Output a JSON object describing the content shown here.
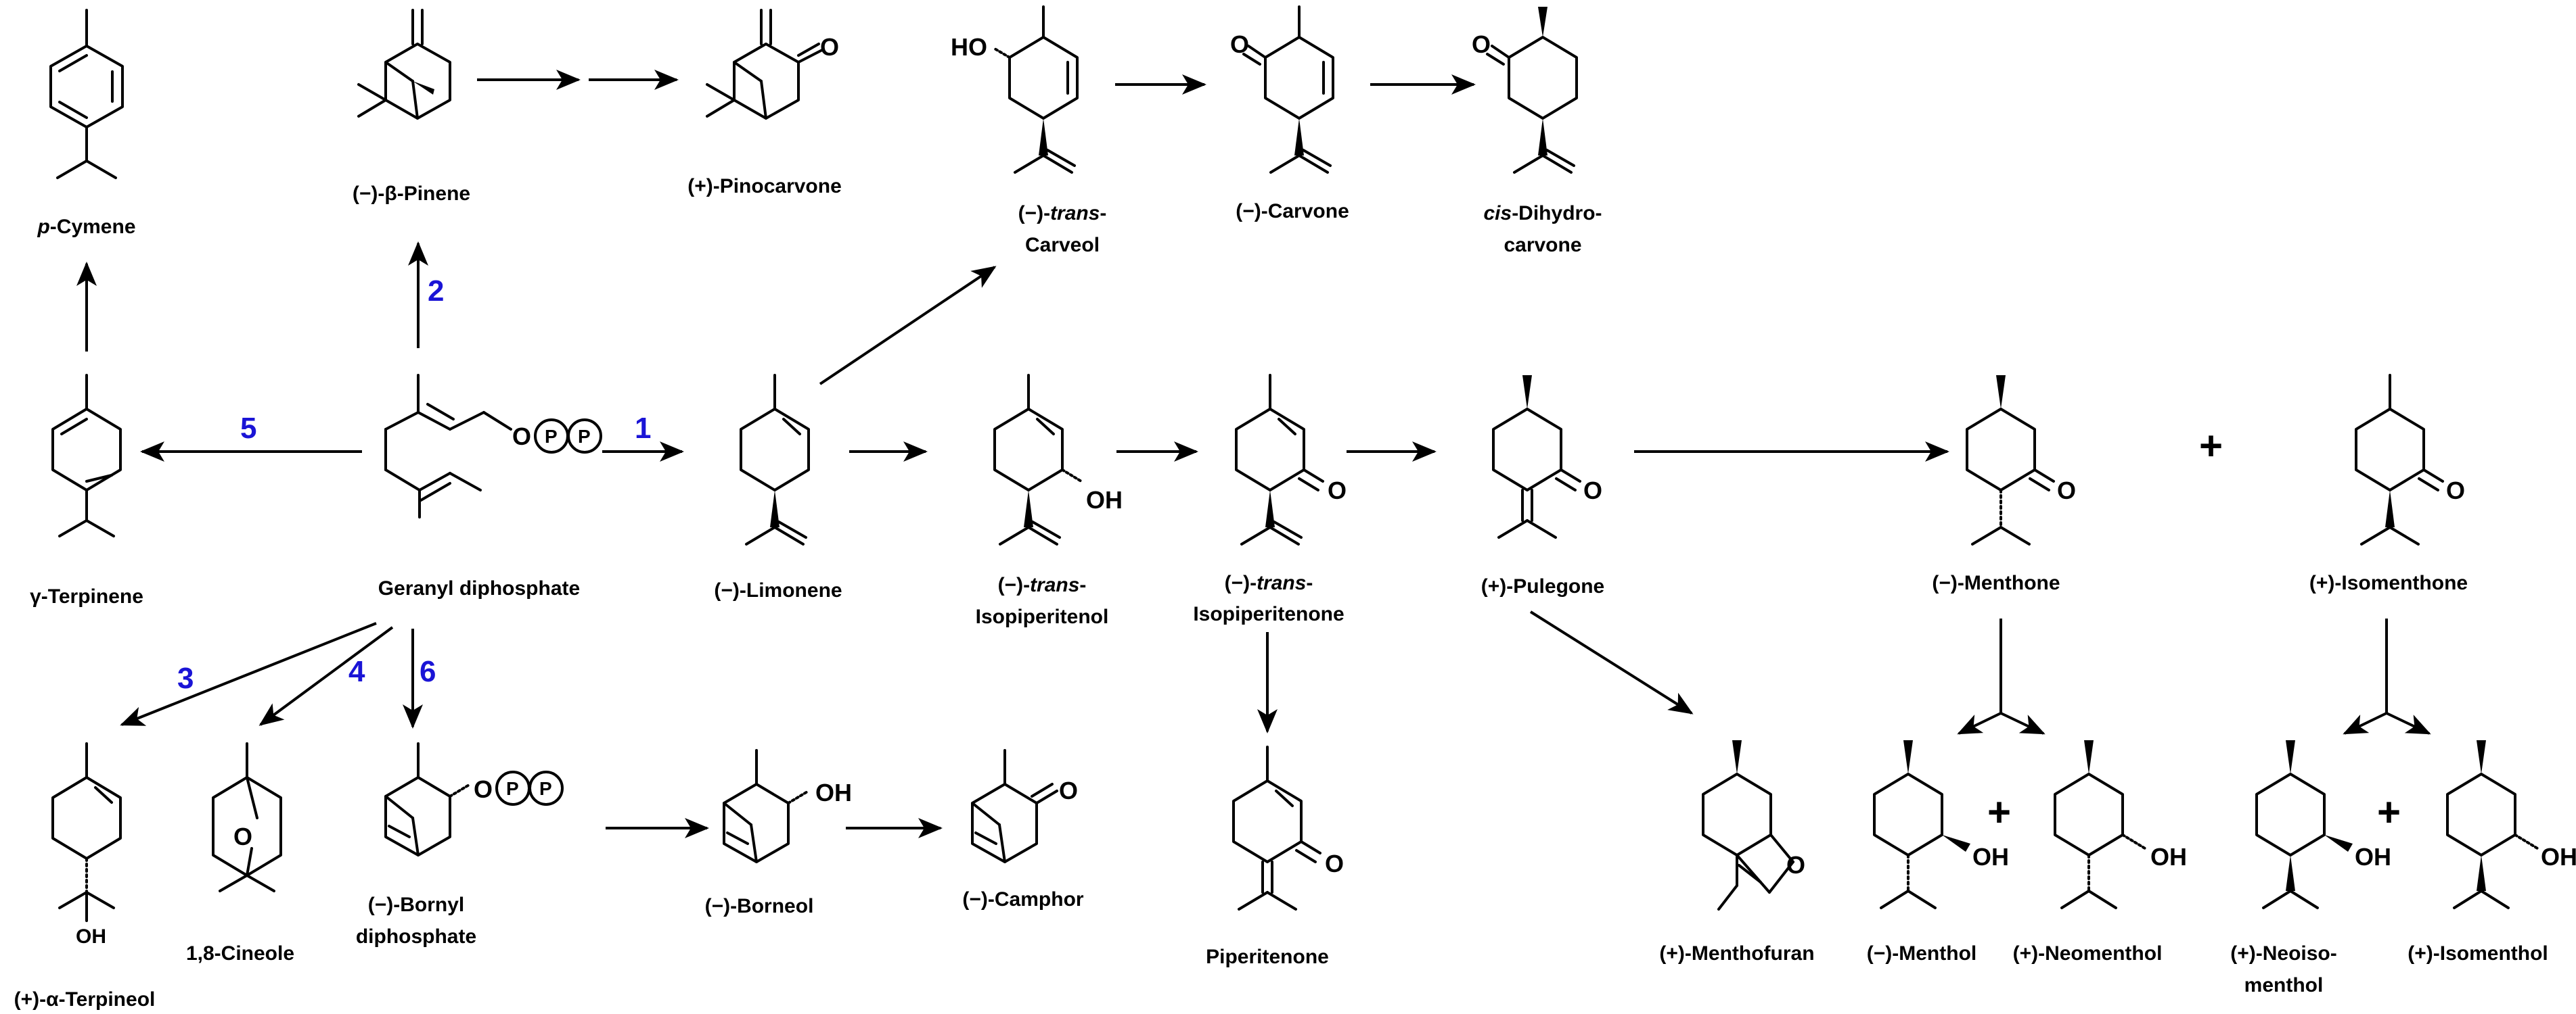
{
  "step_labels": [
    "1",
    "2",
    "3",
    "4",
    "5",
    "6"
  ],
  "atoms": {
    "oxygen": "O",
    "phosphate": "P",
    "hydroxyl": "OH",
    "hydroxyl_left": "HO"
  },
  "plus_sign": "+",
  "compounds": {
    "p_cymene": {
      "prefix": "p",
      "name": "-Cymene"
    },
    "beta_pinene": "(−)-β-Pinene",
    "pinocarvone": "(+)-Pinocarvone",
    "trans_carveol": {
      "prefix": "(−)-",
      "italic": "trans",
      "suffix": "-",
      "line2": "Carveol"
    },
    "carvone": "(−)-Carvone",
    "cis_dihydrocarvone": {
      "italic": "cis",
      "line1": "-Dihydro-",
      "line2": "carvone"
    },
    "gamma_terpinene": "γ-Terpinene",
    "geranyl_diphosphate": "Geranyl diphosphate",
    "limonene": "(−)-Limonene",
    "trans_isopiperitenol": {
      "prefix": "(−)-",
      "italic": "trans",
      "suffix": "-",
      "line2": "Isopiperitenol"
    },
    "trans_isopiperitenone": {
      "prefix": "(−)-",
      "italic": "trans",
      "suffix": "-",
      "line2": "Isopiperitenone"
    },
    "pulegone": "(+)-Pulegone",
    "menthone": "(−)-Menthone",
    "isomenthone": "(+)-Isomenthone",
    "alpha_terpineol": "(+)-α-Terpineol",
    "cineole": "1,8-Cineole",
    "bornyl_diphosphate": {
      "line1": "(−)-Bornyl",
      "line2": "diphosphate"
    },
    "borneol": "(−)-Borneol",
    "camphor": "(−)-Camphor",
    "piperitenone": "Piperitenone",
    "menthofuran": "(+)-Menthofuran",
    "menthol": "(−)-Menthol",
    "neomenthol": "(+)-Neomenthol",
    "neoisomenthol": {
      "line1": "(+)-Neoiso-",
      "line2": "menthol"
    },
    "isomenthol": "(+)-Isomenthol"
  }
}
